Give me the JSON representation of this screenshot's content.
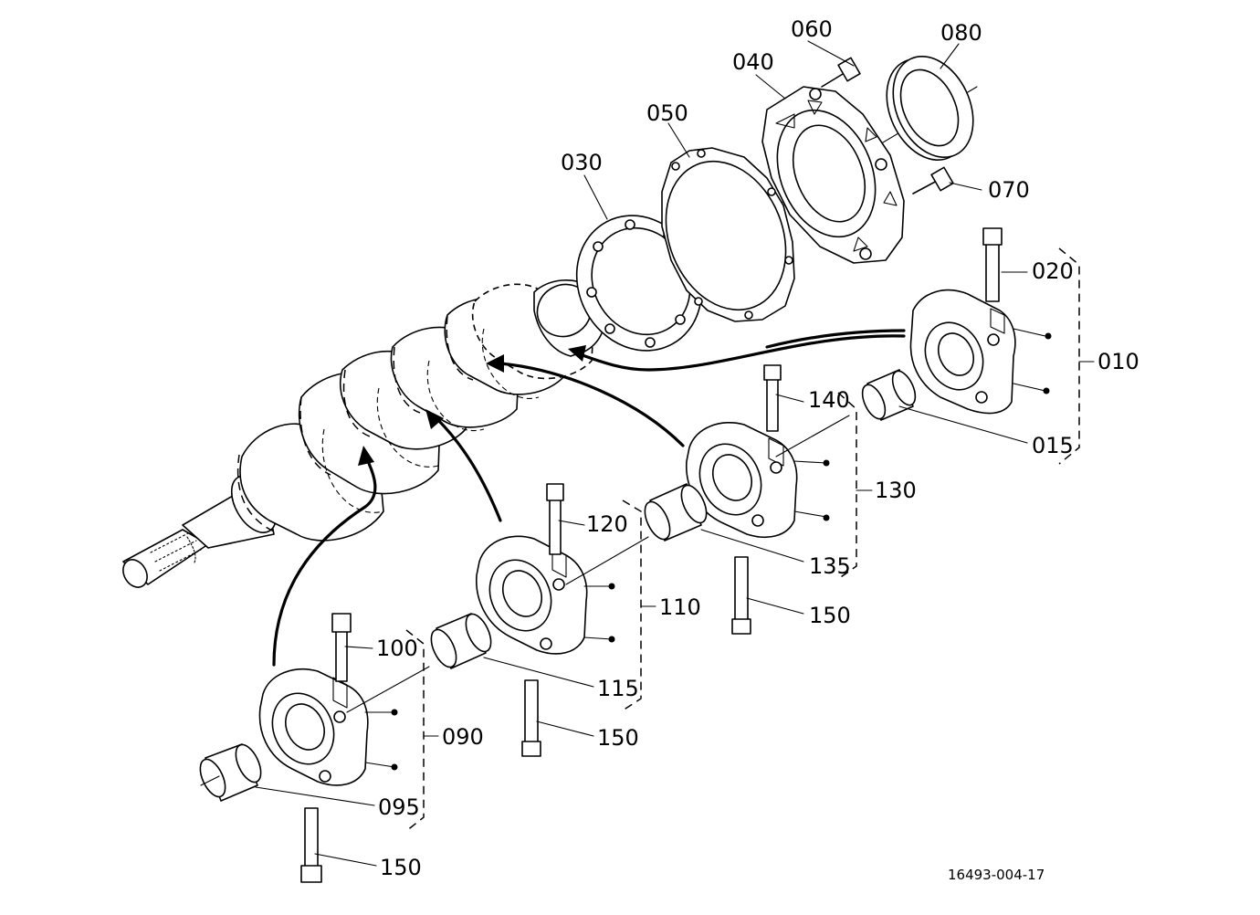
{
  "labels": {
    "p010": "010",
    "p015": "015",
    "p020": "020",
    "p030": "030",
    "p040": "040",
    "p050": "050",
    "p060": "060",
    "p070": "070",
    "p080": "080",
    "p090": "090",
    "p095": "095",
    "p100": "100",
    "p110": "110",
    "p115": "115",
    "p120": "120",
    "p130": "130",
    "p135": "135",
    "p140": "140",
    "p150a": "150",
    "p150b": "150",
    "p150c": "150"
  },
  "drawing_code": "16493-004-17"
}
